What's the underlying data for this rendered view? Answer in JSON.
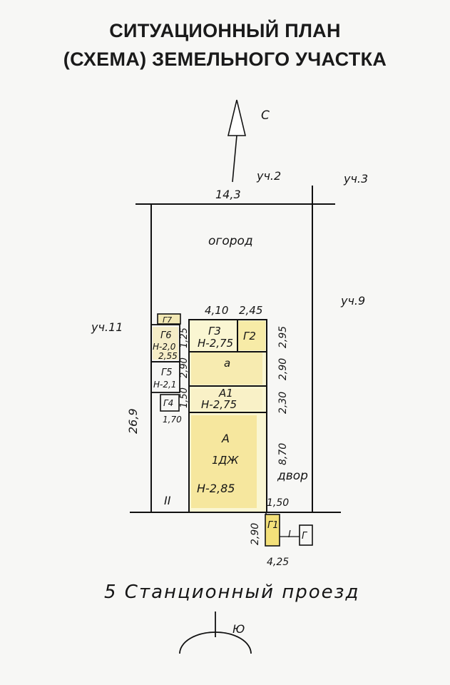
{
  "title": {
    "line1": "СИТУАЦИОННЫЙ ПЛАН",
    "line2": "(СХЕМА) ЗЕМЕЛЬНОГО УЧАСТКА"
  },
  "compass": {
    "north": "С",
    "south": "Ю"
  },
  "neighbors": {
    "top_left": "уч.2",
    "top_right": "уч.3",
    "right": "уч.9",
    "left": "уч.11"
  },
  "dimensions": {
    "top_width": "14,3",
    "left_height": "26,9",
    "d_410": "4,10",
    "d_245": "2,45",
    "d_295": "2,95",
    "d_125": "1,25",
    "d_290a": "2,90",
    "d_290b": "2,90",
    "d_150a": "1,50",
    "d_230": "2,30",
    "d_870": "8,70",
    "d_255": "2,55",
    "d_170": "1,70",
    "d_150b": "1,50",
    "d_290c": "2,90",
    "d_425": "4,25"
  },
  "areas": {
    "garden": "огород",
    "yard": "двор",
    "passage": "II"
  },
  "buildings": {
    "g1": "Г1",
    "g": "Г",
    "g2": "Г2",
    "g3": "Г3",
    "g3_h": "Н-2,75",
    "a_small": "а",
    "a1": "А1",
    "a1_h": "Н-2,75",
    "a": "А",
    "a_type": "1ДЖ",
    "a_h": "Н-2,85",
    "g4": "Г4",
    "g5": "Г5",
    "g5_h": "Н-2,1",
    "g6": "Г6",
    "g6_h": "Н-2,0",
    "g7": "Г7",
    "separator": "I"
  },
  "street": "5 Станционный проезд"
}
